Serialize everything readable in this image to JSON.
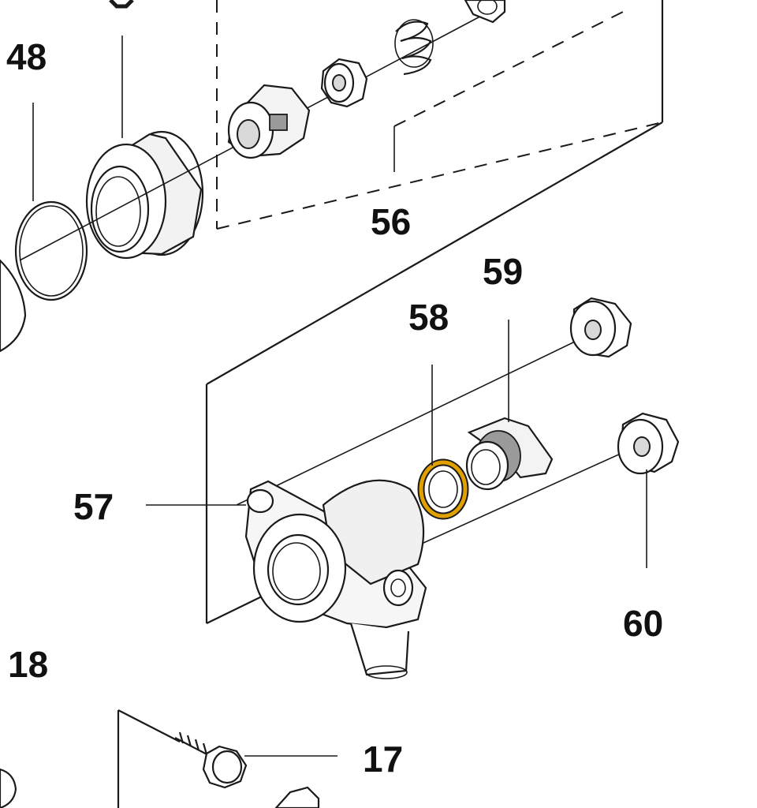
{
  "diagram": {
    "callouts": {
      "p48": "48",
      "p56": "56",
      "p57": "57",
      "p58": "58",
      "p59": "59",
      "p60": "60",
      "p18": "18",
      "p17": "17"
    },
    "highlight_color": "#e0a100",
    "line_color": "#1a1a1a"
  }
}
